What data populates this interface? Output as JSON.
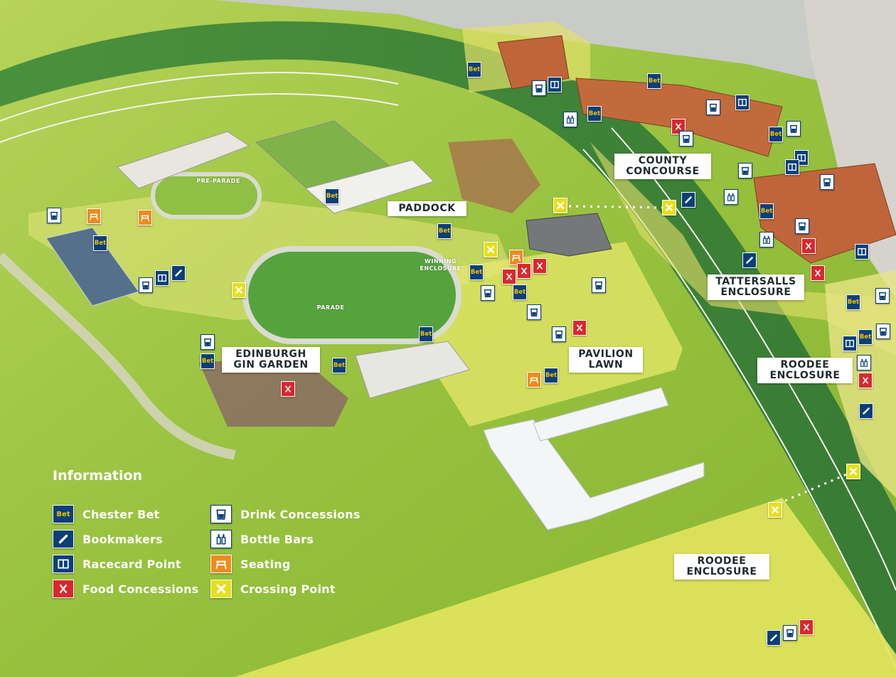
{
  "zones": {
    "paddock": "PADDOCK",
    "county_concourse": "COUNTY\nCONCOURSE",
    "tattersalls_enclosure": "TATTERSALLS\nENCLOSURE",
    "edinburgh_gin_garden": "EDINBURGH\nGIN GARDEN",
    "pavilion_lawn": "PAVILION\nLAWN",
    "roodee_enclosure_east": "ROODEE\nENCLOSURE",
    "roodee_enclosure_south": "ROODEE\nENCLOSURE"
  },
  "small_labels": {
    "pre_parade": "PRE-PARADE",
    "winning_enclosure": "WINNING\nENCLOSURE",
    "parade": "PARADE"
  },
  "legend": {
    "title": "Information",
    "items": [
      {
        "icon": "chester-bet-icon",
        "label": "Chester Bet"
      },
      {
        "icon": "bookmakers-icon",
        "label": "Bookmakers"
      },
      {
        "icon": "racecard-point-icon",
        "label": "Racecard Point"
      },
      {
        "icon": "food-concessions-icon",
        "label": "Food Concessions"
      },
      {
        "icon": "drink-concessions-icon",
        "label": "Drink Concessions"
      },
      {
        "icon": "bottle-bars-icon",
        "label": "Bottle Bars"
      },
      {
        "icon": "seating-icon",
        "label": "Seating"
      },
      {
        "icon": "crossing-point-icon",
        "label": "Crossing Point"
      }
    ]
  },
  "marker_text": {
    "bet": "Bet"
  },
  "colors": {
    "chester_bet": "#0b3f7a",
    "bet_text": "#f2c300",
    "food": "#d8282e",
    "seating": "#ef8b1e",
    "crossing": "#e6df1d",
    "grass": "#9cc24a",
    "highlight_zone": "#e8e86a"
  }
}
